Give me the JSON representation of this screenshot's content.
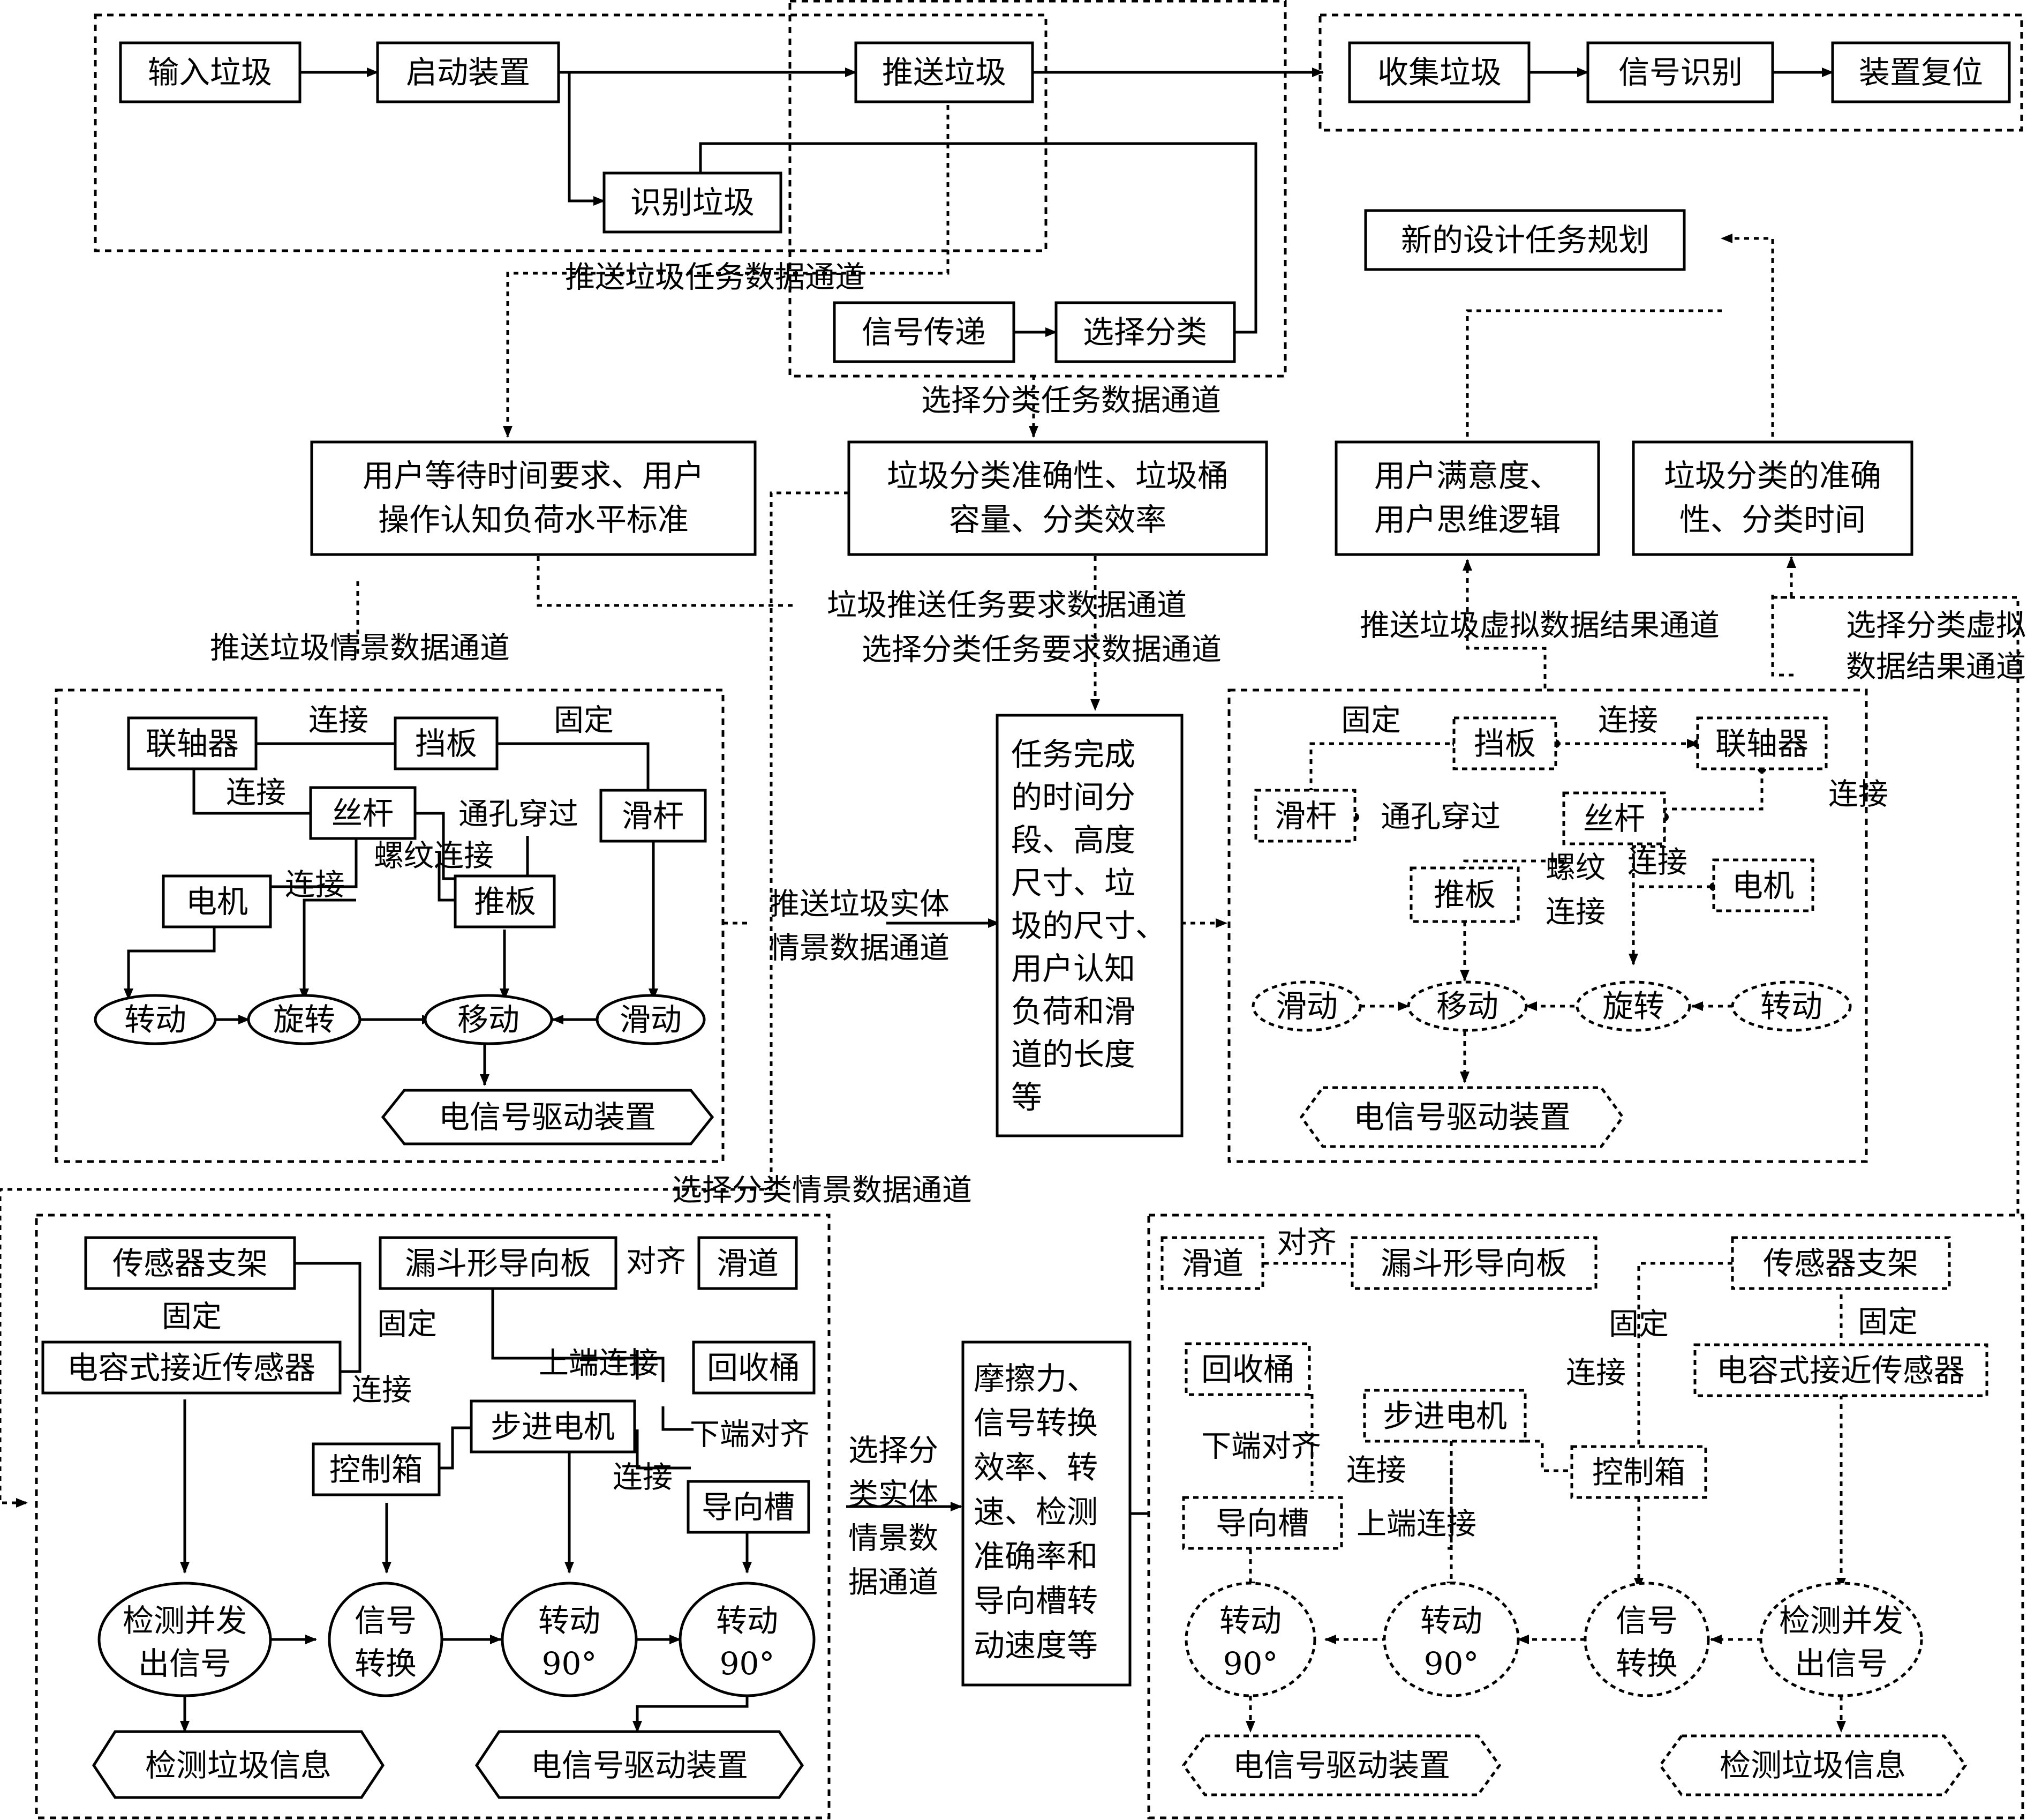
{
  "top": {
    "input": "输入垃圾",
    "start": "启动装置",
    "push": "推送垃圾",
    "identify": "识别垃圾",
    "signal_pass": "信号传递",
    "sort": "选择分类",
    "collect": "收集垃圾",
    "signal_recog": "信号识别",
    "reset": "装置复位"
  },
  "channels": {
    "push_task": "推送垃圾任务数据通道",
    "sort_task": "选择分类任务数据通道",
    "push_req": "垃圾推送任务要求数据通道",
    "sort_req": "选择分类任务要求数据通道",
    "push_scene": "推送垃圾情景数据通道",
    "sort_scene": "选择分类情景数据通道",
    "push_entity": [
      "推送垃圾实体",
      "情景数据通道"
    ],
    "sort_entity": [
      "选择分",
      "类实体",
      "情景数",
      "据通道"
    ],
    "push_virtual": "推送垃圾虚拟数据结果通道",
    "sort_virtual": [
      "选择分类虚拟",
      "数据结果通道"
    ]
  },
  "requirements": {
    "user_wait": [
      "用户等待时间要求、用户",
      "操作认知负荷水平标准"
    ],
    "sort_accuracy": [
      "垃圾分类准确性、垃圾桶",
      "容量、分类效率"
    ],
    "user_sat": [
      "用户满意度、",
      "用户思维逻辑"
    ],
    "sort_time": [
      "垃圾分类的准确",
      "性、分类时间"
    ],
    "new_plan": "新的设计任务规划",
    "task_complete": [
      "任务完成",
      "的时间分",
      "段、高度",
      "尺寸、垃",
      "圾的尺寸、",
      "用户认知",
      "负荷和滑",
      "道的长度",
      "等"
    ],
    "friction": [
      "摩擦力、",
      "信号转换",
      "效率、转",
      "速、检测",
      "准确率和",
      "导向槽转",
      "动速度等"
    ]
  },
  "push_real": {
    "coupling": "联轴器",
    "baffle": "挡板",
    "screw": "丝杆",
    "slide_rod": "滑杆",
    "motor": "电机",
    "push_plate": "推板",
    "lbl_connect1": "连接",
    "lbl_fix": "固定",
    "lbl_connect2": "连接",
    "lbl_hole": "通孔穿过",
    "lbl_thread": "螺纹连接",
    "lbl_connect3": "连接",
    "rotate": "转动",
    "spin": "旋转",
    "move": "移动",
    "slide": "滑动",
    "driver": "电信号驱动装置"
  },
  "push_virtual": {
    "baffle": "挡板",
    "coupling": "联轴器",
    "slide_rod": "滑杆",
    "screw": "丝杆",
    "push_plate": "推板",
    "motor": "电机",
    "lbl_fix": "固定",
    "lbl_connect1": "连接",
    "lbl_connect2": "连接",
    "lbl_hole": "通孔穿过",
    "lbl_thread": [
      "螺纹",
      "连接"
    ],
    "lbl_connect3": "连接",
    "slide": "滑动",
    "move": "移动",
    "spin": "旋转",
    "rotate": "转动",
    "driver": "电信号驱动装置"
  },
  "sort_real": {
    "sensor_bracket": "传感器支架",
    "funnel": "漏斗形导向板",
    "chute": "滑道",
    "lbl_align": "对齐",
    "lbl_fix1": "固定",
    "lbl_fix2": "固定",
    "cap_sensor": "电容式接近传感器",
    "lbl_top": "上端连接",
    "bin": "回收桶",
    "lbl_connect1": "连接",
    "stepper": "步进电机",
    "lbl_bottom": "下端对齐",
    "ctrl_box": "控制箱",
    "lbl_connect2": "连接",
    "guide": "导向槽",
    "detect": [
      "检测并发",
      "出信号"
    ],
    "sig_conv": [
      "信号",
      "转换"
    ],
    "rot1": [
      "转动",
      "90°"
    ],
    "rot2": [
      "转动",
      "90°"
    ],
    "detect_info": "检测垃圾信息",
    "driver": "电信号驱动装置"
  },
  "sort_virtual": {
    "chute": "滑道",
    "lbl_align": "对齐",
    "funnel": "漏斗形导向板",
    "sensor_bracket": "传感器支架",
    "lbl_fix1": "固定",
    "lbl_fix2": "固定",
    "lbl_connect1": "连接",
    "cap_sensor": "电容式接近传感器",
    "bin": "回收桶",
    "stepper": "步进电机",
    "lbl_bottom": "下端对齐",
    "lbl_connect2": "连接",
    "ctrl_box": "控制箱",
    "guide": "导向槽",
    "lbl_top": "上端连接",
    "rot1": [
      "转动",
      "90°"
    ],
    "rot2": [
      "转动",
      "90°"
    ],
    "sig_conv": [
      "信号",
      "转换"
    ],
    "detect": [
      "检测并发",
      "出信号"
    ],
    "driver": "电信号驱动装置",
    "detect_info": "检测垃圾信息"
  }
}
